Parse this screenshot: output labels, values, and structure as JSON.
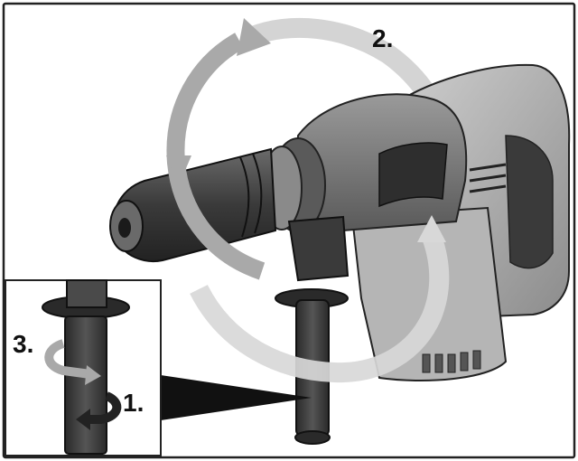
{
  "steps": {
    "step1": "1.",
    "step2": "2.",
    "step3": "3."
  },
  "colors": {
    "frame": "#222222",
    "body_dark": "#3a3a3a",
    "body_mid": "#8a8a8a",
    "body_light": "#c9c9c9",
    "arrow_gray": "#a9a9a9",
    "arrow_light": "#d8d8d8"
  },
  "icons": [
    "rotation-arrow-icon",
    "twist-arrow-icon"
  ]
}
